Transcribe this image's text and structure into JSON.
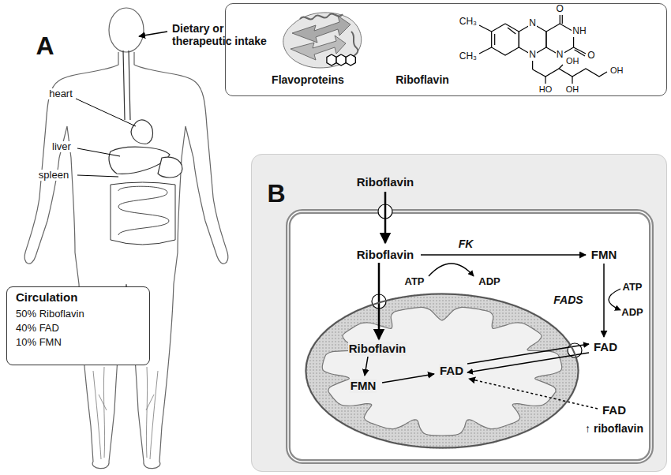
{
  "diagram": {
    "nodes": [
      {
        "text": [
          "Flavoproteins",
          "Riboflavin"
        ]
      },
      {
        "text": [
          "Circulation",
          "50% Riboflavin",
          "40% FAD",
          "10% FMN"
        ]
      },
      {
        "text": [
          "B",
          "Riboflavin"
        ]
      },
      {
        "text": [
          "Riboflavin",
          "FK",
          "FMN",
          "ATP",
          "ADP",
          "FADS",
          "ATP",
          "ADP",
          "FAD",
          "FAD",
          "↑ riboflavin"
        ],
        "in": 2
      },
      {
        "text": [
          "Riboflavin",
          "FMN",
          "FAD"
        ],
        "in": 3
      }
    ],
    "labels": [
      "A",
      "Dietary or therapeutic intake",
      "heart",
      "liver",
      "spleen",
      "CH₃",
      "CH₃",
      "N",
      "N",
      "N",
      "O",
      "NH",
      "O",
      "HO",
      "OH",
      "OH",
      "OH"
    ]
  }
}
